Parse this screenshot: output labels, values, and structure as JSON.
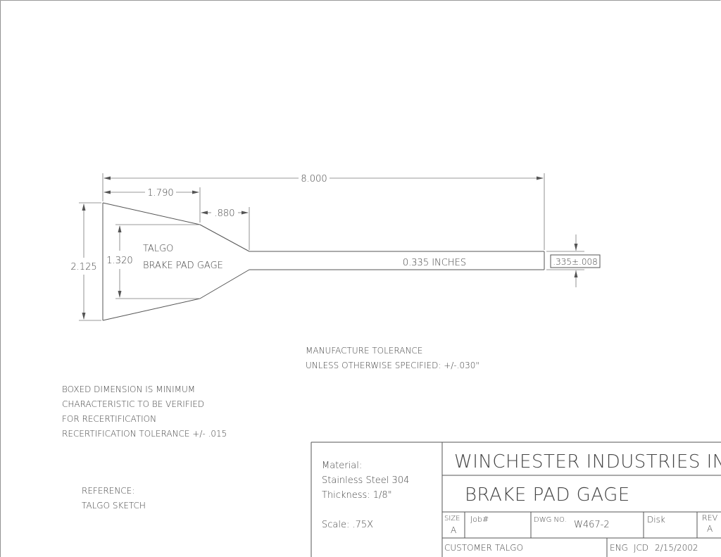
{
  "dimensions": {
    "overall_length": "8.000",
    "head_length": "1.790",
    "taper_length": ".880",
    "head_height": "2.125",
    "inner_height": "1.320",
    "shaft_width_text": "0.335 INCHES",
    "boxed_dimension": ".335±.008"
  },
  "part_label": {
    "line1": "TALGO",
    "line2": "BRAKE PAD GAGE"
  },
  "tolerance_note": {
    "line1": "MANUFACTURE TOLERANCE",
    "line2": "UNLESS OTHERWISE SPECIFIED: +/-.030\""
  },
  "boxed_note": {
    "line1": "BOXED DIMENSION IS MINIMUM",
    "line2": "CHARACTERISTIC TO BE VERIFIED",
    "line3": "FOR RECERTIFICATION",
    "line4": "RECERTIFICATION TOLERANCE +/- .015"
  },
  "reference_note": {
    "line1": "REFERENCE:",
    "line2": "TALGO SKETCH"
  },
  "title_block": {
    "company": "WINCHESTER INDUSTRIES INC.",
    "title": "BRAKE PAD GAGE",
    "material_label": "Material:",
    "material_value": "Stainless Steel 304",
    "thickness": "Thickness: 1/8\"",
    "scale": "Scale: .75X",
    "size_label": "SIZE",
    "size_value": "A",
    "job_label": "Job#",
    "dwg_label": "DWG NO.",
    "dwg_value": "W467-2",
    "disk_label": "Disk",
    "rev_label": "REV",
    "rev_value": "A",
    "customer_label": "CUSTOMER",
    "customer_value": "TALGO",
    "eng_label": "ENG",
    "eng_value": "JCD",
    "date": "2/15/2002"
  }
}
